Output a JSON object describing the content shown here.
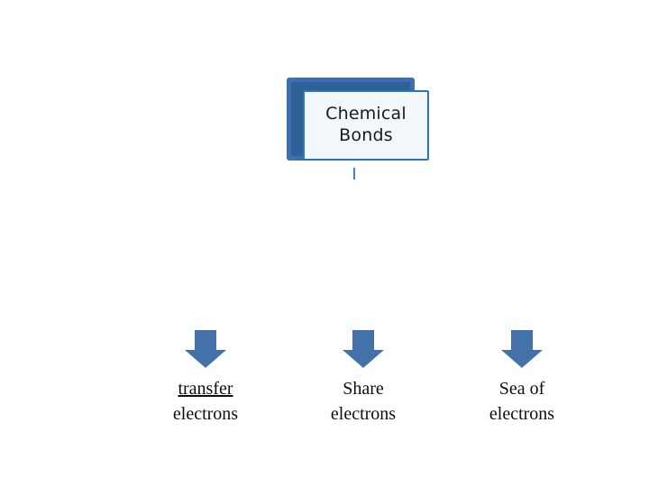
{
  "slide": {
    "background_color": "#ffffff",
    "node": {
      "label": "Chemical Bonds",
      "fill_color": "#f2f7fb",
      "border_color": "#2e75b6",
      "shadow_color": "#3c6eb0"
    },
    "arrow_color": "#4472a8",
    "branches": [
      {
        "arrow_name": "down-arrow-icon",
        "line1": "transfer",
        "line1_underlined": true,
        "line2": "electrons"
      },
      {
        "arrow_name": "down-arrow-icon",
        "line1": "Share",
        "line1_underlined": false,
        "line2": "electrons"
      },
      {
        "arrow_name": "down-arrow-icon",
        "line1": "Sea of",
        "line1_underlined": false,
        "line2": "electrons"
      }
    ]
  }
}
